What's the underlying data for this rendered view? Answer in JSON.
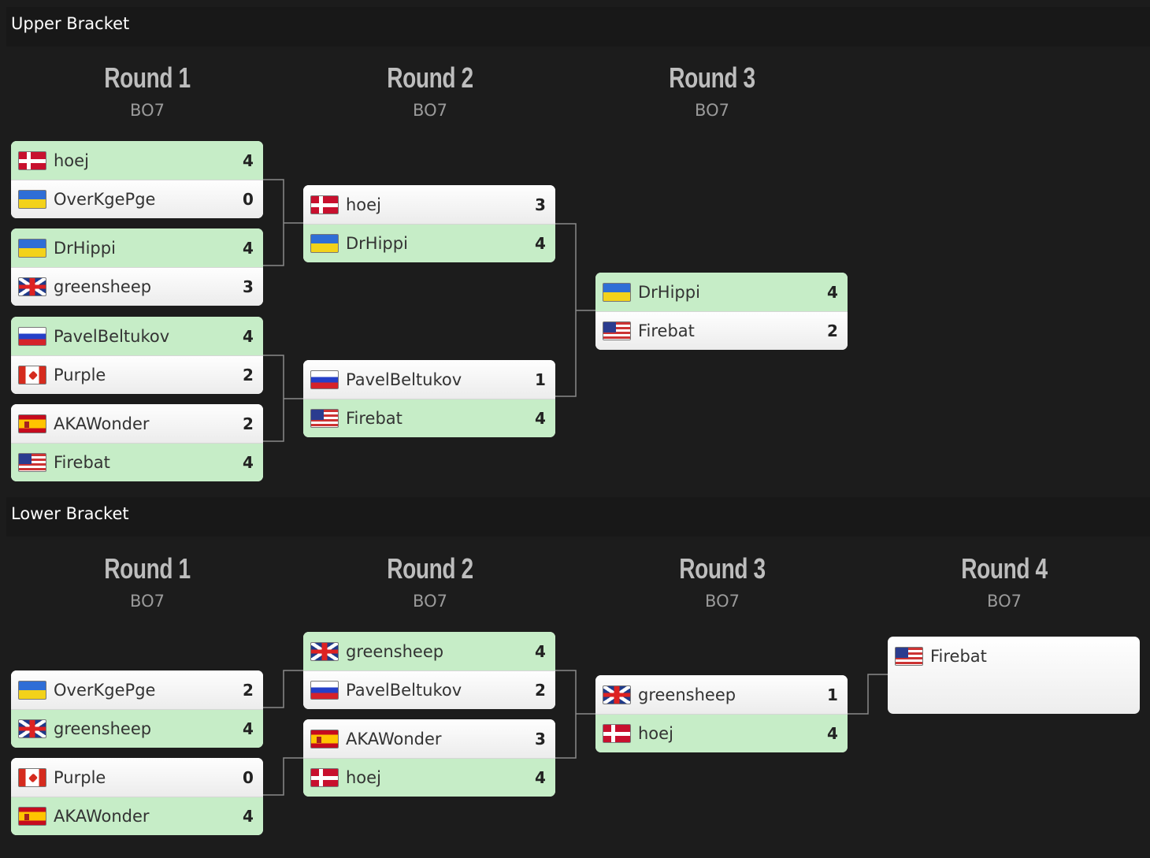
{
  "upper": {
    "title": "Upper Bracket",
    "rounds": [
      {
        "title": "Round 1",
        "bo": "BO7"
      },
      {
        "title": "Round 2",
        "bo": "BO7"
      },
      {
        "title": "Round 3",
        "bo": "BO7"
      }
    ],
    "matches": [
      {
        "p1": {
          "name": "hoej",
          "flag": "dk",
          "score": "4",
          "win": true
        },
        "p2": {
          "name": "OverKgePge",
          "flag": "ua",
          "score": "0",
          "win": false
        }
      },
      {
        "p1": {
          "name": "DrHippi",
          "flag": "ua",
          "score": "4",
          "win": true
        },
        "p2": {
          "name": "greensheep",
          "flag": "gb",
          "score": "3",
          "win": false
        }
      },
      {
        "p1": {
          "name": "PavelBeltukov",
          "flag": "ru",
          "score": "4",
          "win": true
        },
        "p2": {
          "name": "Purple",
          "flag": "ca",
          "score": "2",
          "win": false
        }
      },
      {
        "p1": {
          "name": "AKAWonder",
          "flag": "es",
          "score": "2",
          "win": false
        },
        "p2": {
          "name": "Firebat",
          "flag": "us",
          "score": "4",
          "win": true
        }
      },
      {
        "p1": {
          "name": "hoej",
          "flag": "dk",
          "score": "3",
          "win": false
        },
        "p2": {
          "name": "DrHippi",
          "flag": "ua",
          "score": "4",
          "win": true
        }
      },
      {
        "p1": {
          "name": "PavelBeltukov",
          "flag": "ru",
          "score": "1",
          "win": false
        },
        "p2": {
          "name": "Firebat",
          "flag": "us",
          "score": "4",
          "win": true
        }
      },
      {
        "p1": {
          "name": "DrHippi",
          "flag": "ua",
          "score": "4",
          "win": true
        },
        "p2": {
          "name": "Firebat",
          "flag": "us",
          "score": "2",
          "win": false
        }
      }
    ]
  },
  "lower": {
    "title": "Lower Bracket",
    "rounds": [
      {
        "title": "Round 1",
        "bo": "BO7"
      },
      {
        "title": "Round 2",
        "bo": "BO7"
      },
      {
        "title": "Round 3",
        "bo": "BO7"
      },
      {
        "title": "Round 4",
        "bo": "BO7"
      }
    ],
    "matches": [
      {
        "p1": {
          "name": "OverKgePge",
          "flag": "ua",
          "score": "2",
          "win": false
        },
        "p2": {
          "name": "greensheep",
          "flag": "gb",
          "score": "4",
          "win": true
        }
      },
      {
        "p1": {
          "name": "Purple",
          "flag": "ca",
          "score": "0",
          "win": false
        },
        "p2": {
          "name": "AKAWonder",
          "flag": "es",
          "score": "4",
          "win": true
        }
      },
      {
        "p1": {
          "name": "greensheep",
          "flag": "gb",
          "score": "4",
          "win": true
        },
        "p2": {
          "name": "PavelBeltukov",
          "flag": "ru",
          "score": "2",
          "win": false
        }
      },
      {
        "p1": {
          "name": "AKAWonder",
          "flag": "es",
          "score": "3",
          "win": false
        },
        "p2": {
          "name": "hoej",
          "flag": "dk",
          "score": "4",
          "win": true
        }
      },
      {
        "p1": {
          "name": "greensheep",
          "flag": "gb",
          "score": "1",
          "win": false
        },
        "p2": {
          "name": "hoej",
          "flag": "dk",
          "score": "4",
          "win": true
        }
      }
    ],
    "final": {
      "name": "Firebat",
      "flag": "us"
    }
  }
}
